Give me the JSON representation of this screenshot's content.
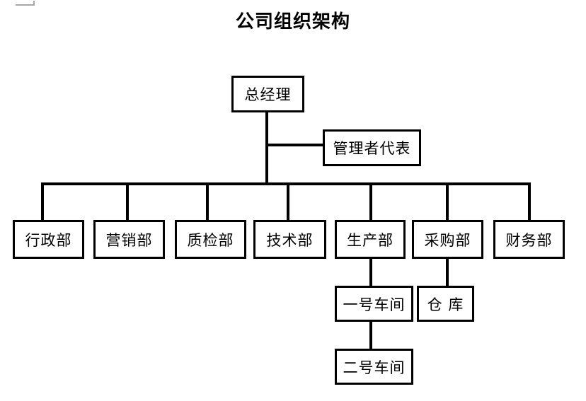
{
  "title": "公司组织架构",
  "org": {
    "ceo": "总经理",
    "representative": "管理者代表",
    "departments": [
      "行政部",
      "营销部",
      "质检部",
      "技术部",
      "生产部",
      "采购部",
      "财务部"
    ],
    "production_sub": [
      "一号车间",
      "二号车间"
    ],
    "purchasing_sub": "仓 库"
  },
  "colors": {
    "line": "#000000",
    "background": "#ffffff",
    "corner_mark": "#a6a6a6"
  }
}
